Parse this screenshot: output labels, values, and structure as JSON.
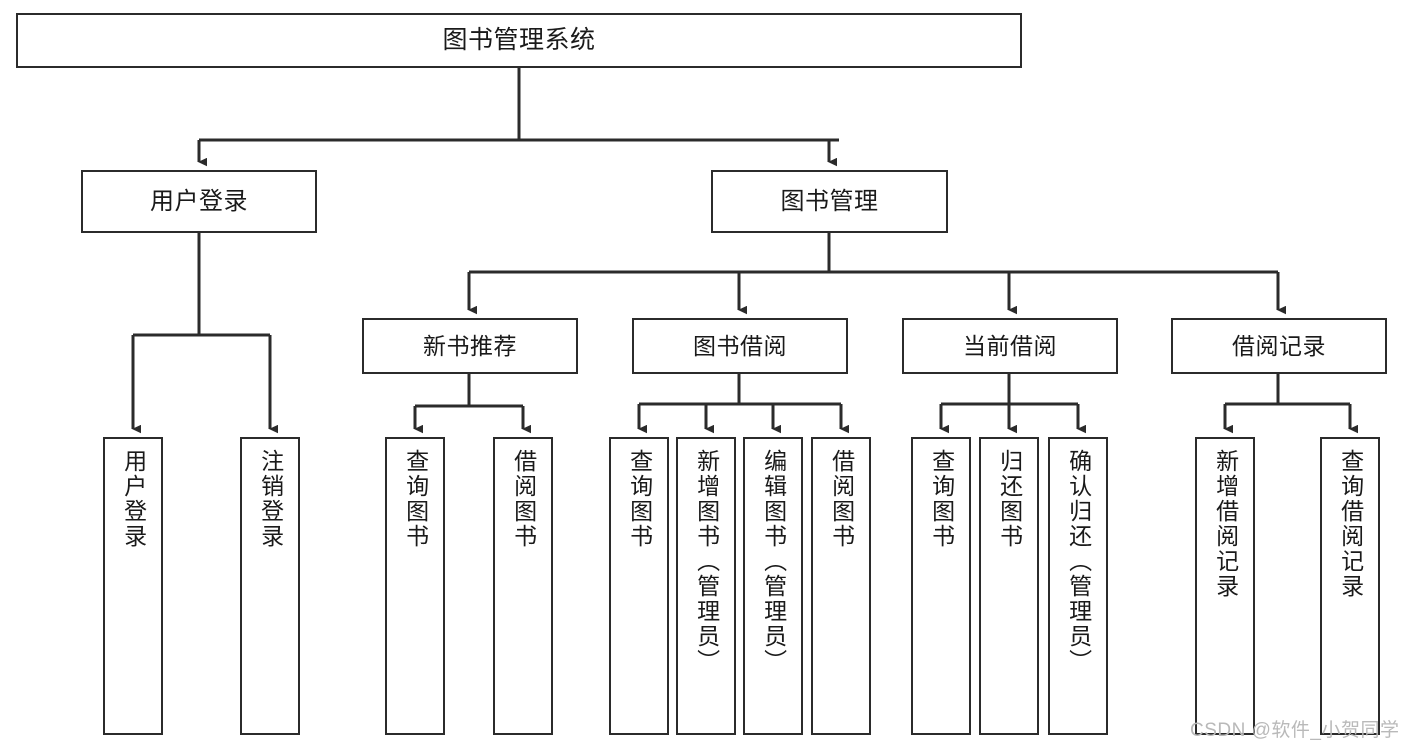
{
  "diagram": {
    "type": "tree-hierarchy-chart",
    "title": "图书管理系统",
    "root": {
      "id": "root",
      "label": "图书管理系统"
    },
    "level2": [
      {
        "id": "user-login",
        "label": "用户登录"
      },
      {
        "id": "book-management",
        "label": "图书管理"
      }
    ],
    "level3": [
      {
        "id": "new-book-recommend",
        "label": "新书推荐",
        "parent": "book-management"
      },
      {
        "id": "book-borrow",
        "label": "图书借阅",
        "parent": "book-management"
      },
      {
        "id": "current-borrow",
        "label": "当前借阅",
        "parent": "book-management"
      },
      {
        "id": "borrow-record",
        "label": "借阅记录",
        "parent": "book-management"
      }
    ],
    "leaves": [
      {
        "id": "leaf-user-login",
        "label": "用户登录",
        "parent": "user-login"
      },
      {
        "id": "leaf-logout-login",
        "label": "注销登录",
        "parent": "user-login"
      },
      {
        "id": "leaf-query-book-1",
        "label": "查询图书",
        "parent": "new-book-recommend"
      },
      {
        "id": "leaf-borrow-book-1",
        "label": "借阅图书",
        "parent": "new-book-recommend"
      },
      {
        "id": "leaf-query-book-2",
        "label": "查询图书",
        "parent": "book-borrow"
      },
      {
        "id": "leaf-add-book",
        "label": "新增图书（管理员）",
        "parent": "book-borrow"
      },
      {
        "id": "leaf-edit-book",
        "label": "编辑图书（管理员）",
        "parent": "book-borrow"
      },
      {
        "id": "leaf-borrow-book-2",
        "label": "借阅图书",
        "parent": "book-borrow"
      },
      {
        "id": "leaf-query-book-3",
        "label": "查询图书",
        "parent": "current-borrow"
      },
      {
        "id": "leaf-return-book",
        "label": "归还图书",
        "parent": "current-borrow"
      },
      {
        "id": "leaf-confirm-return",
        "label": "确认归还（管理员）",
        "parent": "current-borrow"
      },
      {
        "id": "leaf-add-record",
        "label": "新增借阅记录",
        "parent": "borrow-record"
      },
      {
        "id": "leaf-query-record",
        "label": "查询借阅记录",
        "parent": "borrow-record"
      }
    ],
    "colors": {
      "stroke": "#2b2b2b",
      "fill": "#ffffff",
      "text": "#1a1a1a",
      "watermark": "#b9b9b9"
    }
  },
  "watermark": {
    "text": "CSDN @软件_小贺同学"
  }
}
